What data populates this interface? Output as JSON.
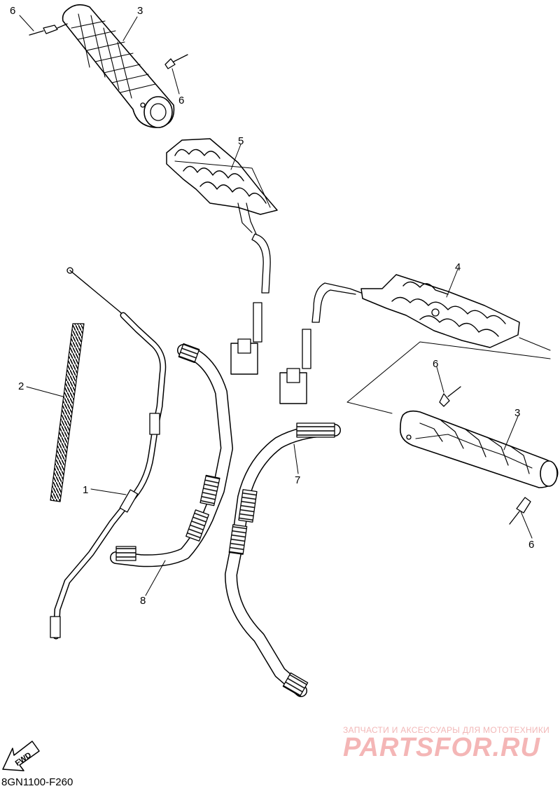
{
  "diagram": {
    "callouts": [
      {
        "id": "c3a",
        "text": "3"
      },
      {
        "id": "c6a",
        "text": "6"
      },
      {
        "id": "c6b",
        "text": "6"
      },
      {
        "id": "c5",
        "text": "5"
      },
      {
        "id": "c4",
        "text": "4"
      },
      {
        "id": "c2",
        "text": "2"
      },
      {
        "id": "c1",
        "text": "1"
      },
      {
        "id": "c7",
        "text": "7"
      },
      {
        "id": "c8",
        "text": "8"
      },
      {
        "id": "c6c",
        "text": "6"
      },
      {
        "id": "c3b",
        "text": "3"
      },
      {
        "id": "c6d",
        "text": "6"
      }
    ],
    "fwd_label": "FWD",
    "diagram_code": "8GN1100-F260",
    "watermark": {
      "tagline": "ЗАПЧАСТИ И АКСЕССУАРЫ ДЛЯ МОТОТЕХНИКИ",
      "logo": "PARTSFOR.RU"
    }
  }
}
